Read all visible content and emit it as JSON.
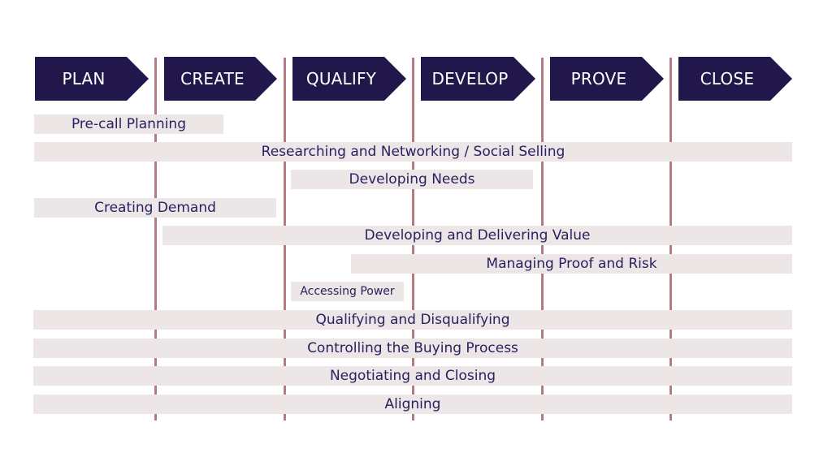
{
  "colors": {
    "phase_fill": "#22174a",
    "phase_text": "#ffffff",
    "activity_fill": "#ece6e7",
    "activity_text": "#2a2060",
    "divider": "#b57a82",
    "background": "#ffffff"
  },
  "phases": [
    {
      "label": "PLAN"
    },
    {
      "label": "CREATE"
    },
    {
      "label": "QUALIFY"
    },
    {
      "label": "DEVELOP"
    },
    {
      "label": "PROVE"
    },
    {
      "label": "CLOSE"
    }
  ],
  "activities": [
    {
      "label": "Pre-call Planning",
      "spans": "PLAN – early CREATE"
    },
    {
      "label": "Researching and Networking / Social Selling",
      "spans": "PLAN – CLOSE"
    },
    {
      "label": "Developing Needs",
      "spans": "QUALIFY – DEVELOP"
    },
    {
      "label": "Creating Demand",
      "spans": "PLAN – CREATE"
    },
    {
      "label": "Developing and Delivering Value",
      "spans": "CREATE – CLOSE"
    },
    {
      "label": "Managing Proof and Risk",
      "spans": "mid QUALIFY – CLOSE"
    },
    {
      "label": "Accessing Power",
      "spans": "QUALIFY"
    },
    {
      "label": "Qualifying and Disqualifying",
      "spans": "PLAN – CLOSE"
    },
    {
      "label": "Controlling the Buying Process",
      "spans": "PLAN – CLOSE"
    },
    {
      "label": "Negotiating and Closing",
      "spans": "PLAN – CLOSE"
    },
    {
      "label": "Aligning",
      "spans": "PLAN – CLOSE"
    }
  ]
}
